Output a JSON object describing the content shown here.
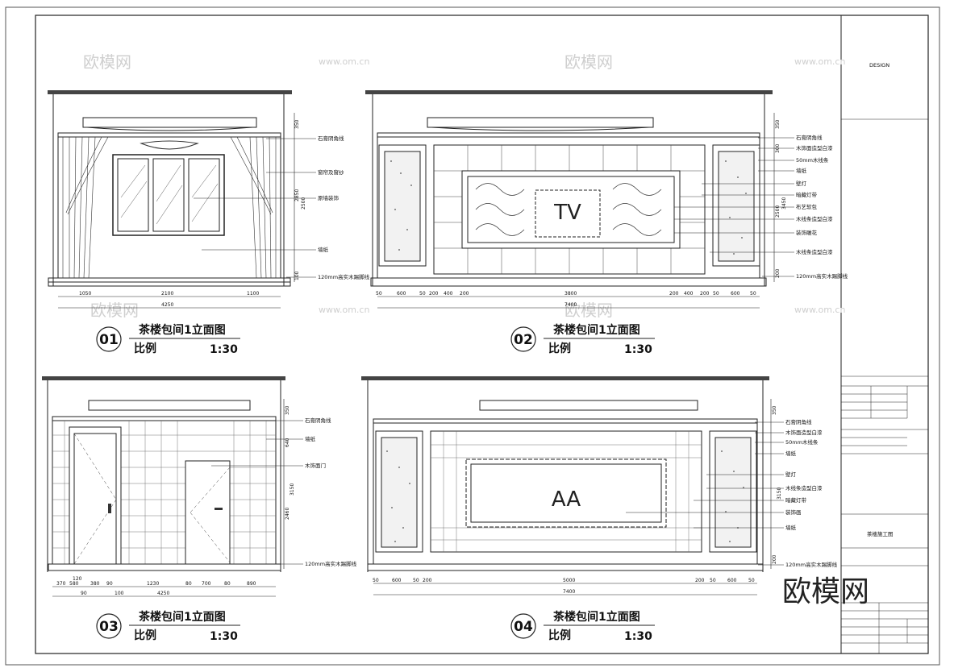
{
  "watermarks": {
    "brand": "欧模网",
    "site": "www.om.cn",
    "corner_logo": "欧模网"
  },
  "title_block": {
    "design": "DESIGN",
    "project_label": "茶楼施工图"
  },
  "views": [
    {
      "id": "01",
      "title": "茶楼包间1立面图",
      "scale_label": "比例",
      "scale": "1:30",
      "dims_bottom": [
        "1050",
        "2100",
        "1100"
      ],
      "dim_total": "4250",
      "dims_right": [
        "350",
        "2850",
        "2500",
        "100"
      ],
      "annotations": [
        "石膏阴角线",
        "窗帘及窗纱",
        "原墙装饰",
        "墙纸",
        "120mm高实木踢脚线"
      ]
    },
    {
      "id": "02",
      "title": "茶楼包间1立面图",
      "scale_label": "比例",
      "scale": "1:30",
      "screen_text": "TV",
      "dims_bottom": [
        "50",
        "600",
        "50",
        "200",
        "400",
        "200",
        "3800",
        "200",
        "400",
        "200",
        "50",
        "600",
        "50"
      ],
      "dim_total": "7400",
      "dims_right": [
        "350",
        "300",
        "2500",
        "3450",
        "200"
      ],
      "annotations": [
        "石膏阴角线",
        "木饰面造型白漆",
        "50mm木线条",
        "墙纸",
        "壁灯",
        "暗藏灯带",
        "布艺软包",
        "木线条造型白漆",
        "装饰雕花",
        "木线条造型白漆",
        "120mm高实木踢脚线"
      ]
    },
    {
      "id": "03",
      "title": "茶楼包间1立面图",
      "scale_label": "比例",
      "scale": "1:30",
      "dims_bottom": [
        "370",
        "580",
        "380",
        "90",
        "1230",
        "80",
        "700",
        "80",
        "890"
      ],
      "dims_bottom_small": [
        "120",
        "90",
        "100"
      ],
      "dim_total": "4250",
      "dims_right": [
        "350",
        "640",
        "3150",
        "2460"
      ],
      "annotations": [
        "石膏阴角线",
        "墙纸",
        "木饰面门",
        "120mm高实木踢脚线"
      ]
    },
    {
      "id": "04",
      "title": "茶楼包间1立面图",
      "scale_label": "比例",
      "scale": "1:30",
      "screen_text": "AA",
      "dims_bottom": [
        "50",
        "600",
        "50",
        "200",
        "5000",
        "200",
        "50",
        "600",
        "50"
      ],
      "dim_total": "7400",
      "dims_right": [
        "350",
        "3150",
        "200"
      ],
      "annotations": [
        "石膏阴角线",
        "木饰面造型白漆",
        "50mm木线条",
        "墙纸",
        "壁灯",
        "木线条造型白漆",
        "暗藏灯带",
        "装饰画",
        "墙纸",
        "120mm高实木踢脚线"
      ]
    }
  ]
}
